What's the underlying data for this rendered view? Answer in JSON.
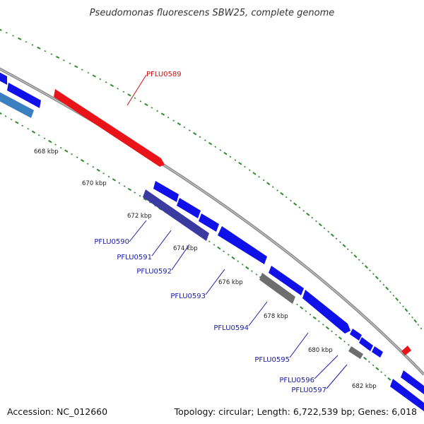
{
  "title": "Pseudomonas fluorescens SBW25, complete genome",
  "footer": {
    "accession": "Accession: NC_012660",
    "summary": "Topology: circular; Length: 6,722,539 bp; Genes: 6,018"
  },
  "colors": {
    "backbone": "#8a8a8a",
    "forward_gene": "#1010e8",
    "highlight_gene": "#e8141a",
    "reverse_gene": "#3a3aa0",
    "pseudo_gene": "#6e6e6e",
    "rrna_gene": "#3c7fc0",
    "tick_dots": "#2e8b2e",
    "label_blue": "#1a1aa6",
    "label_red": "#cc1111"
  },
  "ticks": [
    {
      "label": "668 kbp"
    },
    {
      "label": "670 kbp"
    },
    {
      "label": "672 kbp"
    },
    {
      "label": "674 kbp"
    },
    {
      "label": "676 kbp"
    },
    {
      "label": "678 kbp"
    },
    {
      "label": "680 kbp"
    },
    {
      "label": "682 kbp"
    }
  ],
  "gene_labels": [
    {
      "text": "PFLU0589",
      "color": "red"
    },
    {
      "text": "PFLU0590",
      "color": "blue"
    },
    {
      "text": "PFLU0591",
      "color": "blue"
    },
    {
      "text": "PFLU0592",
      "color": "blue"
    },
    {
      "text": "PFLU0593",
      "color": "blue"
    },
    {
      "text": "PFLU0594",
      "color": "blue"
    },
    {
      "text": "PFLU0595",
      "color": "blue"
    },
    {
      "text": "PFLU0596",
      "color": "blue"
    },
    {
      "text": "PFLU0597",
      "color": "blue"
    }
  ]
}
